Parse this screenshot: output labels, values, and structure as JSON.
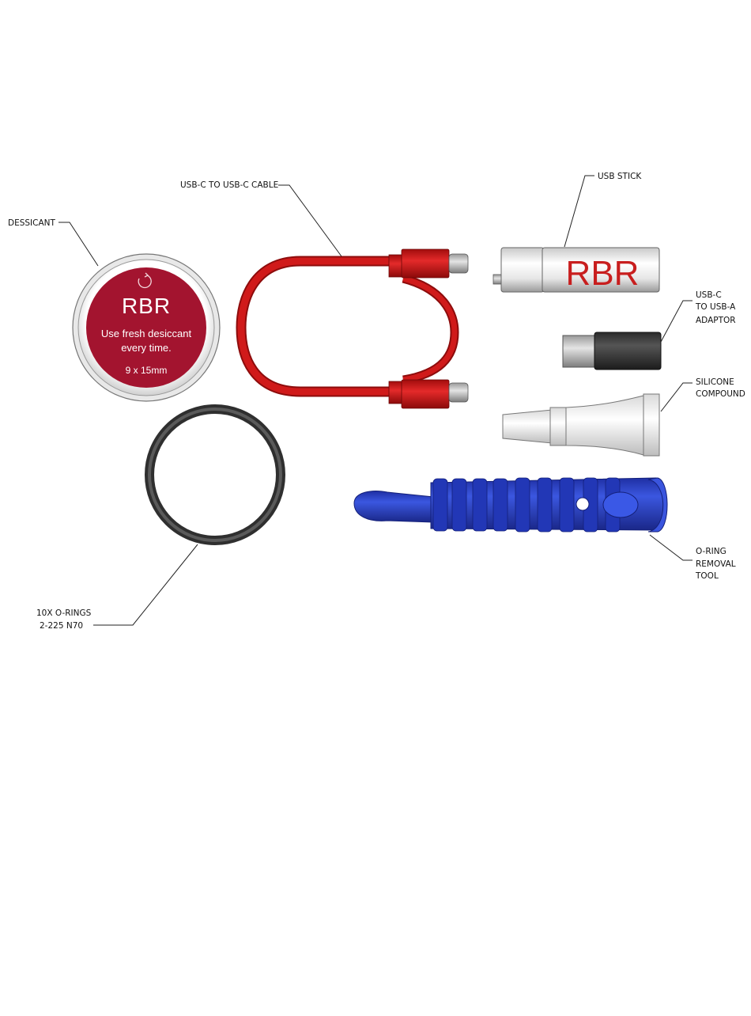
{
  "colors": {
    "cable_red": "#d01a1a",
    "desiccant_label": "#a3142f",
    "tool_blue": "#2a43c8",
    "stick_logo_red": "#c81e1e"
  },
  "callouts": {
    "desiccant": "DESSICANT",
    "cable": "USB-C TO USB-C CABLE",
    "usb_stick": "USB STICK",
    "adaptor": [
      "USB-C",
      "TO USB-A",
      "ADAPTOR"
    ],
    "silicone": [
      "SILICONE",
      "COMPOUND"
    ],
    "tool": [
      "O-RING",
      "REMOVAL",
      "TOOL"
    ],
    "orings": [
      "10X O-RINGS",
      "2-225 N70"
    ]
  },
  "desiccant_label": {
    "brand": "RBR",
    "line1": "Use fresh desiccant",
    "line2": "every time.",
    "size": "9 x 15mm"
  },
  "usb_stick": {
    "logo": "RBR"
  }
}
